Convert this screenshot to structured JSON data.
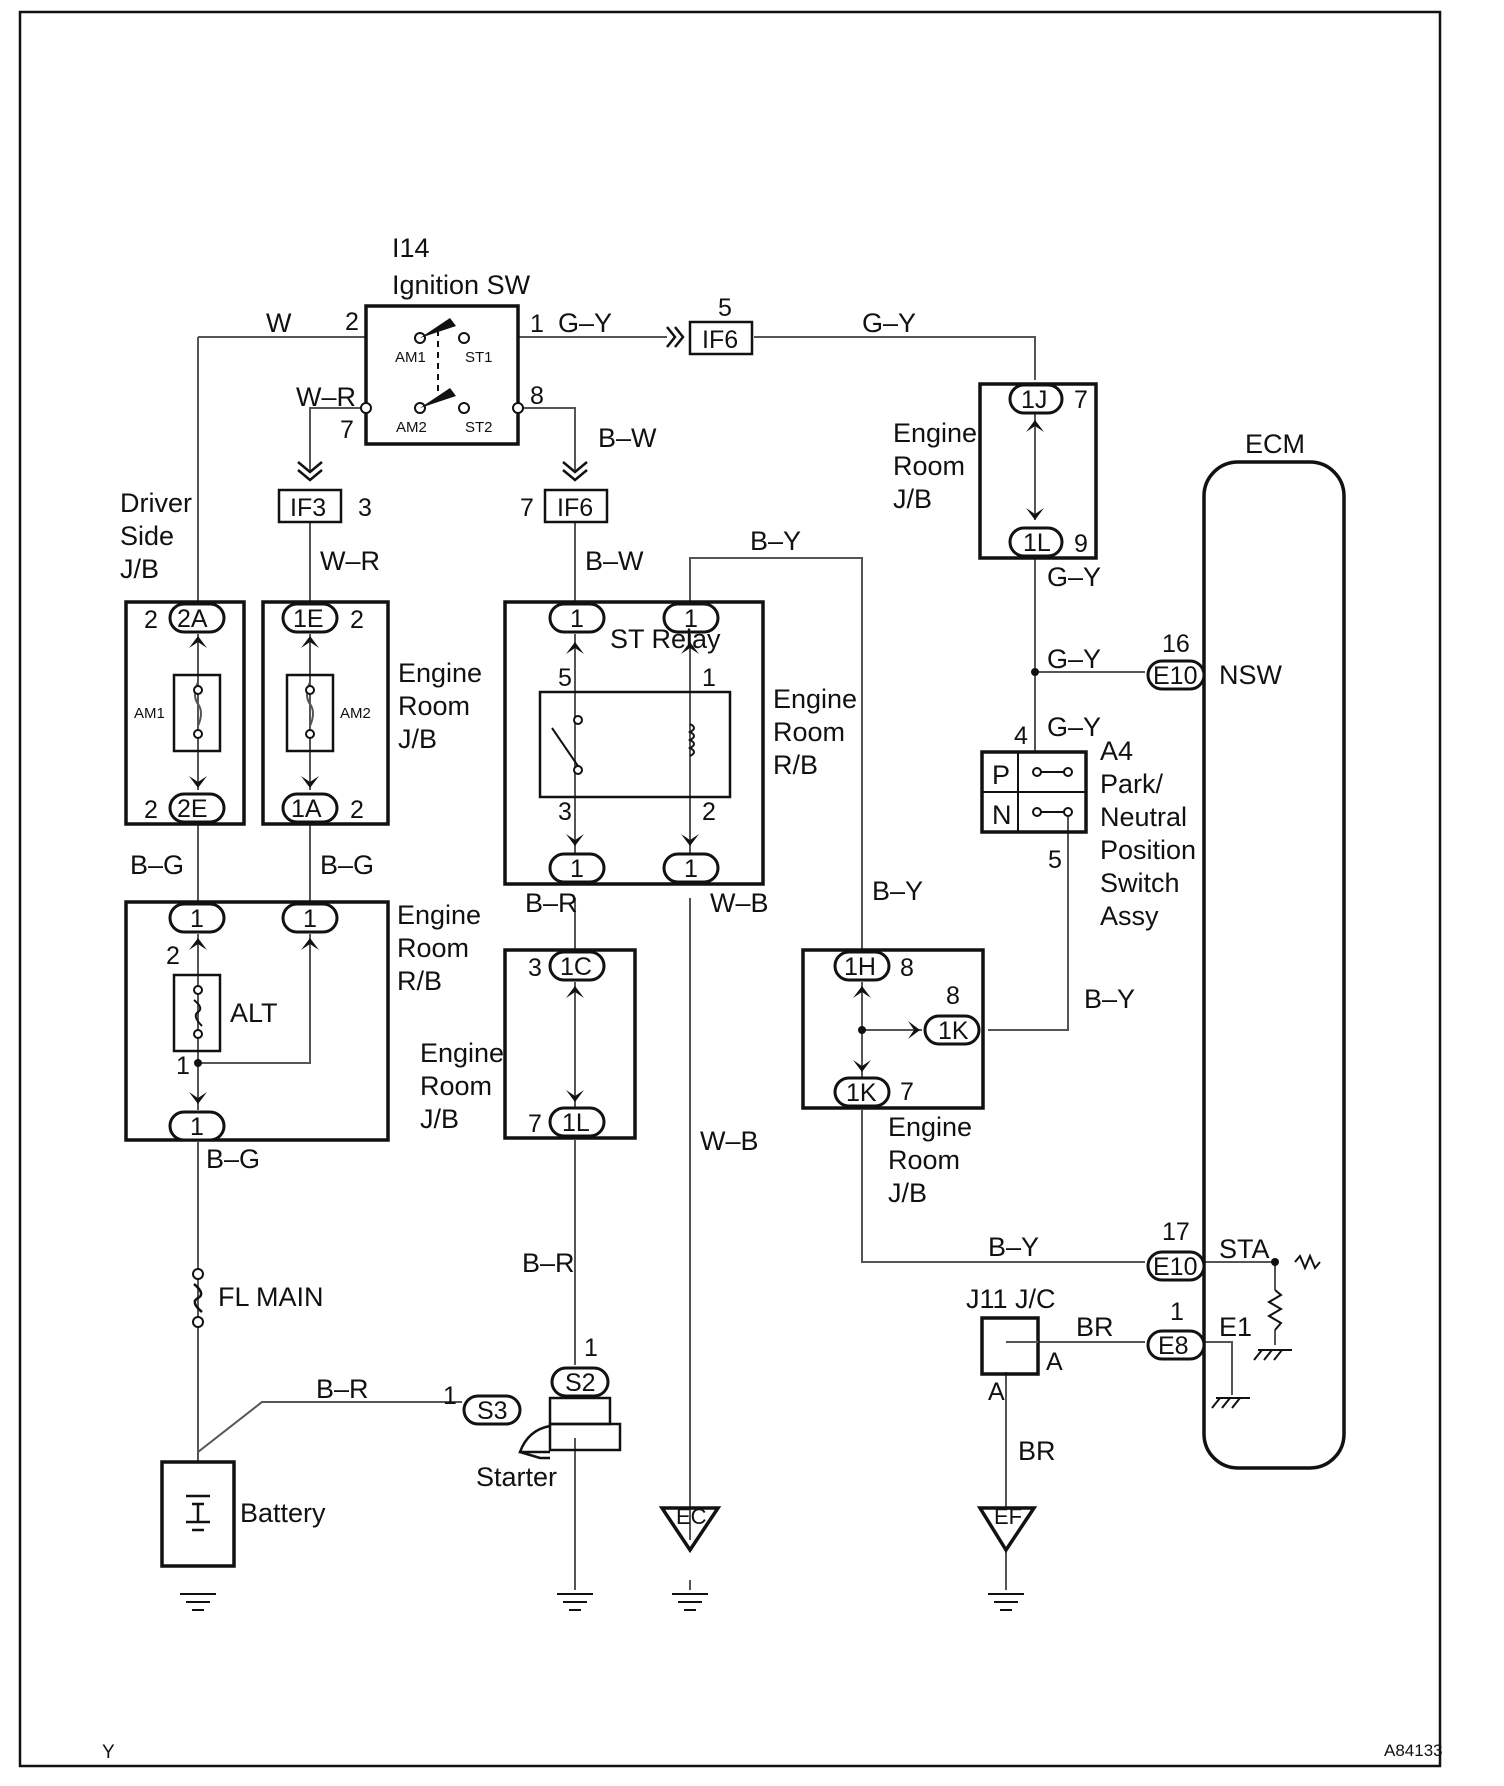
{
  "components": {
    "ignition_sw": {
      "id": "I14",
      "name": "Ignition SW",
      "contacts": [
        "AM1",
        "ST1",
        "AM2",
        "ST2"
      ]
    },
    "driver_jb": "Driver Side J/B",
    "er_jb_am2": "Engine Room J/B",
    "st_relay": "ST Relay",
    "er_rb_relay": "Engine Room R/B",
    "er_jb_ecm": "Engine Room J/B",
    "ecm": "ECM",
    "ecm_pins": [
      "NSW",
      "STA",
      "E1"
    ],
    "park_neutral": "A4 Park/ Neutral Position Switch Assy",
    "pn_positions": [
      "P",
      "N"
    ],
    "er_rb_alt": "Engine Room R/B",
    "alt": "ALT",
    "fuse_am1": "AM1",
    "fuse_am2": "AM2",
    "er_jb_1c": "Engine Room J/B",
    "er_jb_1h": "Engine Room J/B",
    "fl_main": "FL MAIN",
    "battery": "Battery",
    "starter": "Starter",
    "jc": "J11 J/C",
    "grounds": [
      "EC",
      "EF"
    ]
  },
  "connectors": [
    "IF6",
    "IF3",
    "IF6",
    "1J",
    "1L",
    "2A",
    "2E",
    "1E",
    "1A",
    "1",
    "1",
    "1",
    "1",
    "1",
    "1",
    "1",
    "1C",
    "1L",
    "1H",
    "1K",
    "1K",
    "E10",
    "E10",
    "E8",
    "S2",
    "S3"
  ],
  "wire_colors": [
    "W",
    "G–Y",
    "W–R",
    "B–W",
    "B–Y",
    "B–G",
    "B–R",
    "W–B",
    "BR"
  ],
  "pin_numbers": [
    "2",
    "1",
    "7",
    "8",
    "5",
    "3",
    "7",
    "7",
    "9",
    "16",
    "4",
    "5",
    "2",
    "2",
    "2",
    "2",
    "5",
    "1",
    "3",
    "2",
    "2",
    "1",
    "3",
    "7",
    "8",
    "8",
    "7",
    "17",
    "1",
    "1",
    "1",
    "A",
    "A"
  ],
  "footer": {
    "left": "Y",
    "right": "A84133"
  }
}
